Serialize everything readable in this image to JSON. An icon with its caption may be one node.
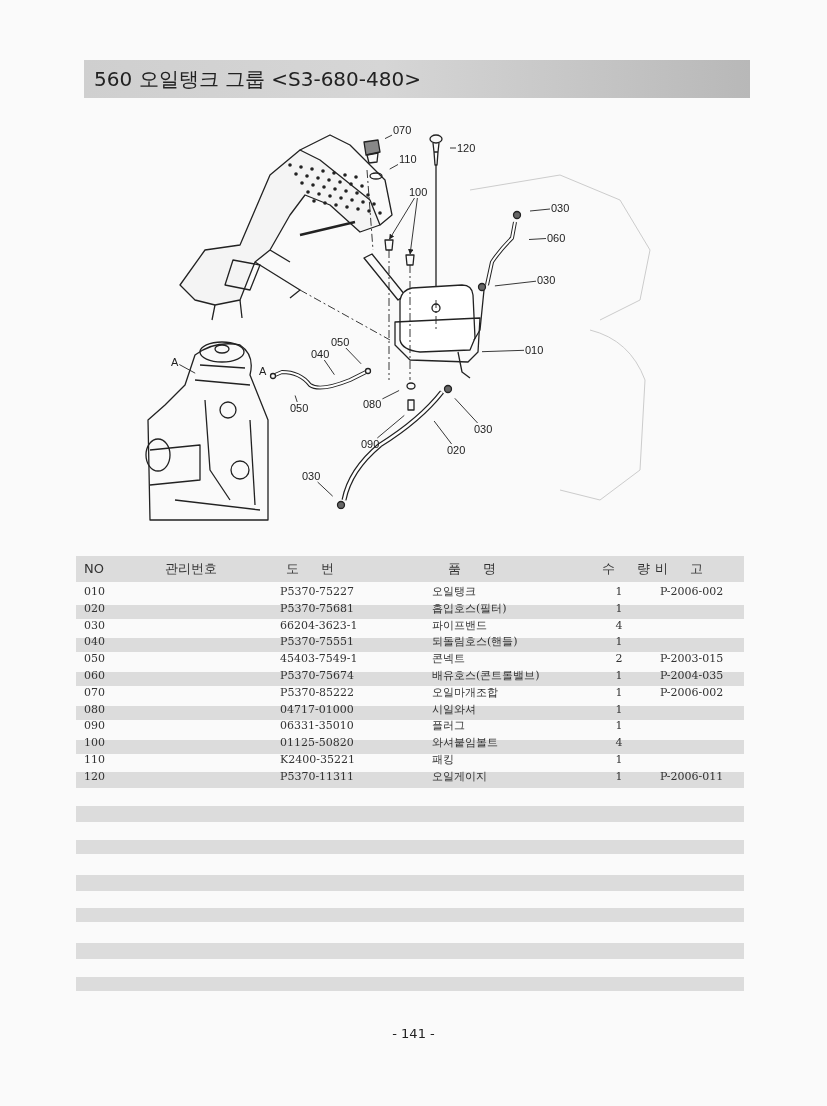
{
  "diagram": {
    "title": "560 오일탱크 그룹 <S3-680-480>",
    "nodes": [
      {
        "text": [
          "070"
        ]
      },
      {
        "text": [
          "120"
        ]
      },
      {
        "text": [
          "110"
        ]
      },
      {
        "text": [
          "100"
        ]
      },
      {
        "text": [
          "030"
        ]
      },
      {
        "text": [
          "060"
        ]
      },
      {
        "text": [
          "030"
        ]
      },
      {
        "text": [
          "010"
        ]
      },
      {
        "text": [
          "050"
        ]
      },
      {
        "text": [
          "040"
        ]
      },
      {
        "text": [
          "A"
        ]
      },
      {
        "text": [
          "050"
        ]
      },
      {
        "text": [
          "080"
        ]
      },
      {
        "text": [
          "090"
        ]
      },
      {
        "text": [
          "030"
        ]
      },
      {
        "text": [
          "020"
        ]
      },
      {
        "text": [
          "030"
        ]
      }
    ],
    "edges": [
      {
        "from": 0,
        "to": null,
        "arrow": "none"
      },
      {
        "from": 1,
        "to": null,
        "arrow": "none"
      },
      {
        "from": 2,
        "to": null,
        "arrow": "none"
      },
      {
        "from": 3,
        "to": null,
        "arrow": "to"
      },
      {
        "from": 3,
        "to": null,
        "arrow": "to"
      },
      {
        "from": 4,
        "to": null,
        "arrow": "none"
      },
      {
        "from": 5,
        "to": null,
        "arrow": "none"
      },
      {
        "from": 6,
        "to": null,
        "arrow": "none"
      },
      {
        "from": 7,
        "to": null,
        "arrow": "none"
      },
      {
        "from": 8,
        "to": null,
        "arrow": "none"
      },
      {
        "from": 9,
        "to": null,
        "arrow": "none"
      },
      {
        "from": 10,
        "to": null,
        "arrow": "none"
      },
      {
        "from": 11,
        "to": null,
        "arrow": "none"
      },
      {
        "from": 12,
        "to": null,
        "arrow": "none"
      },
      {
        "from": 13,
        "to": null,
        "arrow": "none"
      },
      {
        "from": 14,
        "to": null,
        "arrow": "none"
      },
      {
        "from": 15,
        "to": null,
        "arrow": "none"
      },
      {
        "from": 16,
        "to": null,
        "arrow": "none"
      }
    ],
    "labels": [
      "A",
      "NO",
      "관리번호",
      "도 번",
      "품 명",
      "수 량",
      "비 고",
      "010",
      "P5370-75227",
      "오일탱크",
      "1",
      "P-2006-002",
      "020",
      "P5370-75681",
      "흡입호스(필터)",
      "1",
      "030",
      "66204-3623-1",
      "파이프밴드",
      "4",
      "040",
      "P5370-75551",
      "되돌림호스(핸들)",
      "1",
      "050",
      "45403-7549-1",
      "콘넥트",
      "2",
      "P-2003-015",
      "060",
      "P5370-75674",
      "배유호스(콘트롤밸브)",
      "1",
      "P-2004-035",
      "070",
      "P5370-85222",
      "오일마개조합",
      "1",
      "P-2006-002",
      "080",
      "04717-01000",
      "시일와셔",
      "1",
      "090",
      "06331-35010",
      "플러그",
      "1",
      "100",
      "01125-50820",
      "와셔붙임볼트",
      "4",
      "110",
      "K2400-35221",
      "패킹",
      "1",
      "120",
      "P5370-11311",
      "오일게이지",
      "1",
      "P-2006-011",
      "- 141 -"
    ]
  }
}
